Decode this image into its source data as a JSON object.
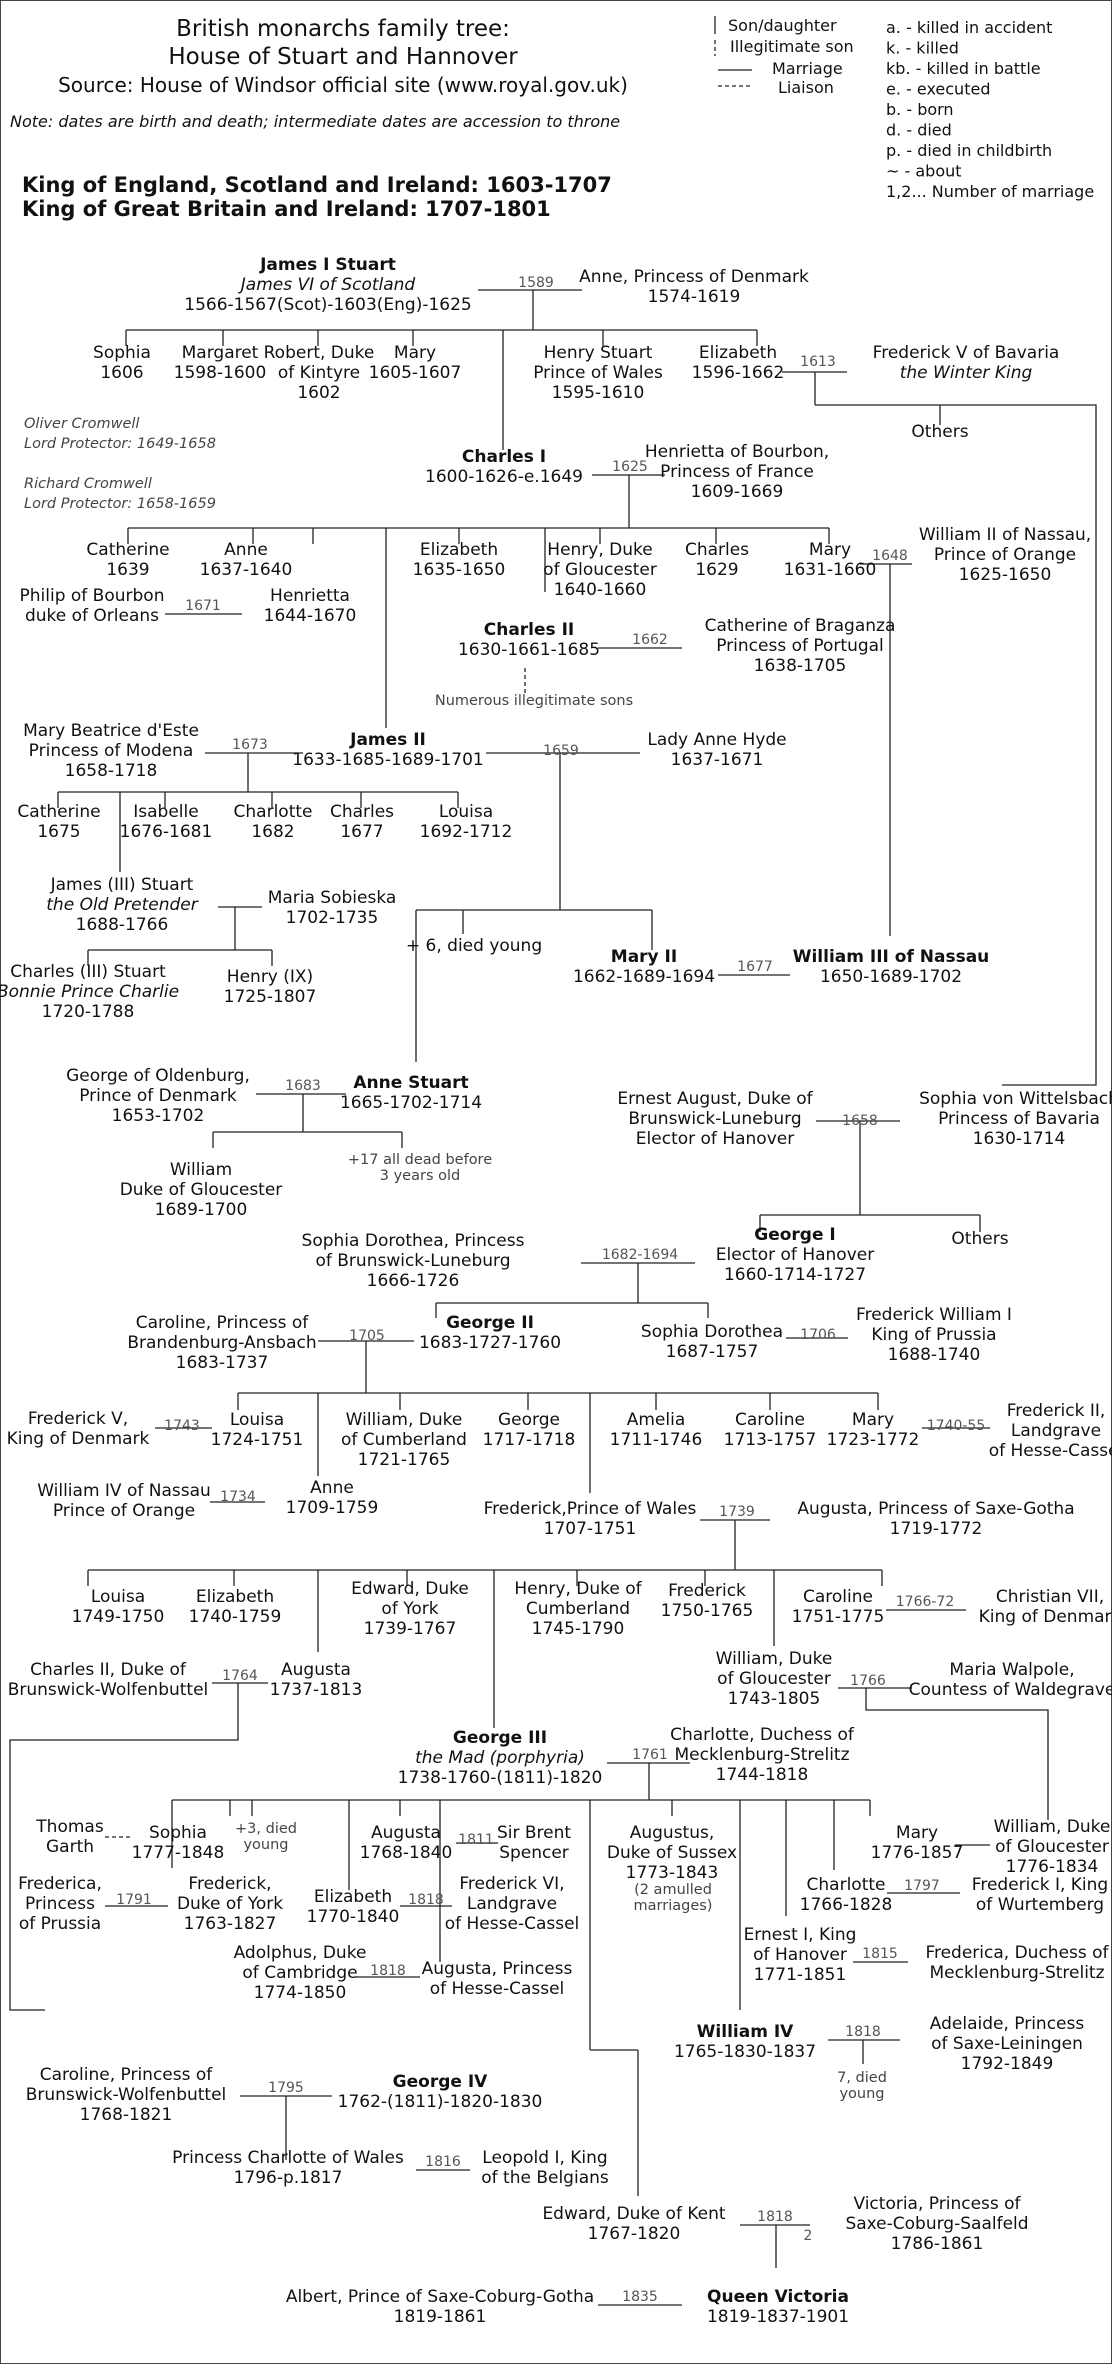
{
  "header": {
    "title_line1": "British monarchs family tree:",
    "title_line2": "House of Stuart and Hannover",
    "source": "Source: House of Windsor official site (www.royal.gov.uk)",
    "note": "Note: dates are birth and death; intermediate dates are accession to throne",
    "realm1": "King of England, Scotland and Ireland: 1603-1707",
    "realm2": "King of Great Britain and Ireland: 1707-1801"
  },
  "legend_lines": [
    {
      "label": "Son/daughter"
    },
    {
      "label": "Illegitimate son"
    },
    {
      "label": "Marriage"
    },
    {
      "label": "Liaison"
    }
  ],
  "legend_abbrev": [
    "a. - killed in accident",
    "k. - killed",
    "kb. - killed in battle",
    "e. - executed",
    "b. - born",
    "d. - died",
    "p. - died in childbirth",
    "~ - about",
    "1,2... Number of marriage"
  ],
  "nodes": [
    {
      "id": "james1",
      "bold": true,
      "lines": [
        "James I Stuart",
        "James VI of Scotland",
        "1566-1567(Scot)-1603(Eng)-1625"
      ],
      "italic": [
        1
      ]
    },
    {
      "id": "anne_denmark",
      "lines": [
        "Anne, Princess of Denmark",
        "1574-1619"
      ]
    },
    {
      "id": "sophia1606",
      "lines": [
        "Sophia",
        "1606"
      ]
    },
    {
      "id": "margaret1598",
      "lines": [
        "Margaret",
        "1598-1600"
      ]
    },
    {
      "id": "robert_kintyre",
      "lines": [
        "Robert, Duke",
        "of Kintyre",
        "1602"
      ]
    },
    {
      "id": "mary1605",
      "lines": [
        "Mary",
        "1605-1607"
      ]
    },
    {
      "id": "henry_stuart",
      "lines": [
        "Henry Stuart",
        "Prince of Wales",
        "1595-1610"
      ]
    },
    {
      "id": "elizabeth1596",
      "lines": [
        "Elizabeth",
        "1596-1662"
      ]
    },
    {
      "id": "frederick_bavaria",
      "lines": [
        "Frederick V of Bavaria",
        "the Winter King"
      ],
      "italic": [
        1
      ]
    },
    {
      "id": "others1",
      "lines": [
        "Others"
      ]
    },
    {
      "id": "cromwells",
      "lines": [
        "Oliver Cromwell",
        "Lord Protector: 1649-1658",
        "",
        "Richard Cromwell",
        "Lord Protector: 1658-1659"
      ],
      "italic": [
        0,
        1,
        3,
        4
      ]
    },
    {
      "id": "charles1",
      "bold": true,
      "lines": [
        "Charles I",
        "1600-1626-e.1649"
      ]
    },
    {
      "id": "henrietta_bourbon",
      "lines": [
        "Henrietta of Bourbon,",
        "Princess of France",
        "1609-1669"
      ]
    },
    {
      "id": "catherine1639",
      "lines": [
        "Catherine",
        "1639"
      ]
    },
    {
      "id": "anne1637",
      "lines": [
        "Anne",
        "1637-1640"
      ]
    },
    {
      "id": "elizabeth1635",
      "lines": [
        "Elizabeth",
        "1635-1650"
      ]
    },
    {
      "id": "henry_gloucester",
      "lines": [
        "Henry, Duke",
        "of Gloucester",
        "1640-1660"
      ]
    },
    {
      "id": "charles1629",
      "lines": [
        "Charles",
        "1629"
      ]
    },
    {
      "id": "mary1631",
      "lines": [
        "Mary",
        "1631-1660"
      ]
    },
    {
      "id": "william2_nassau",
      "lines": [
        "William II of Nassau,",
        "Prince of Orange",
        "1625-1650"
      ]
    },
    {
      "id": "philip_bourbon",
      "lines": [
        "Philip of Bourbon",
        "duke of Orleans"
      ]
    },
    {
      "id": "henrietta1644",
      "lines": [
        "Henrietta",
        "1644-1670"
      ]
    },
    {
      "id": "charles2",
      "bold": true,
      "lines": [
        "Charles II",
        "1630-1661-1685"
      ]
    },
    {
      "id": "catherine_braganza",
      "lines": [
        "Catherine of Braganza",
        "Princess of Portugal",
        "1638-1705"
      ]
    },
    {
      "id": "illegit",
      "small": true,
      "lines": [
        "Numerous illegitimate sons"
      ]
    },
    {
      "id": "mary_modena",
      "lines": [
        "Mary Beatrice d'Este",
        "Princess of Modena",
        "1658-1718"
      ]
    },
    {
      "id": "james2",
      "bold": true,
      "lines": [
        "James II",
        "1633-1685-1689-1701"
      ]
    },
    {
      "id": "anne_hyde",
      "lines": [
        "Lady Anne Hyde",
        "1637-1671"
      ]
    },
    {
      "id": "catherine1675",
      "lines": [
        "Catherine",
        "1675"
      ]
    },
    {
      "id": "isabelle",
      "lines": [
        "Isabelle",
        "1676-1681"
      ]
    },
    {
      "id": "charlotte1682",
      "lines": [
        "Charlotte",
        "1682"
      ]
    },
    {
      "id": "charles1677",
      "lines": [
        "Charles",
        "1677"
      ]
    },
    {
      "id": "louisa1692",
      "lines": [
        "Louisa",
        "1692-1712"
      ]
    },
    {
      "id": "james3",
      "lines": [
        "James (III) Stuart",
        "the Old Pretender",
        "1688-1766"
      ],
      "italic": [
        1
      ]
    },
    {
      "id": "maria_sobieska",
      "lines": [
        "Maria Sobieska",
        "1702-1735"
      ]
    },
    {
      "id": "charles3",
      "lines": [
        "Charles (III) Stuart",
        "Bonnie Prince Charlie",
        "1720-1788"
      ],
      "italic": [
        1
      ]
    },
    {
      "id": "henry9",
      "lines": [
        "Henry (IX)",
        "1725-1807"
      ]
    },
    {
      "id": "plus6",
      "lines": [
        "+ 6, died young"
      ]
    },
    {
      "id": "mary2",
      "bold": true,
      "lines": [
        "Mary II",
        "1662-1689-1694"
      ]
    },
    {
      "id": "william3",
      "bold": true,
      "lines": [
        "William III of Nassau",
        "1650-1689-1702"
      ]
    },
    {
      "id": "george_oldenburg",
      "lines": [
        "George of Oldenburg,",
        "Prince of Denmark",
        "1653-1702"
      ]
    },
    {
      "id": "anne_stuart",
      "bold": true,
      "lines": [
        "Anne Stuart",
        "1665-1702-1714"
      ]
    },
    {
      "id": "william_gloucester",
      "lines": [
        "William",
        "Duke of Gloucester",
        "1689-1700"
      ]
    },
    {
      "id": "plus17",
      "small": true,
      "lines": [
        "+17 all dead before",
        "3 years old"
      ]
    },
    {
      "id": "ernest_august",
      "lines": [
        "Ernest August, Duke of",
        "Brunswick-Luneburg",
        "Elector of Hanover"
      ]
    },
    {
      "id": "sophia_wittelsbach",
      "lines": [
        "Sophia von Wittelsbach",
        "Princess of Bavaria",
        "1630-1714"
      ]
    },
    {
      "id": "george1",
      "bold": true,
      "lines": [
        "George I",
        "Elector of Hanover",
        "1660-1714-1727"
      ]
    },
    {
      "id": "others2",
      "lines": [
        "Others"
      ]
    },
    {
      "id": "sophia_dorothea_bl",
      "lines": [
        "Sophia Dorothea, Princess",
        "of Brunswick-Luneburg",
        "1666-1726"
      ]
    },
    {
      "id": "caroline_ansbach",
      "lines": [
        "Caroline, Princess of",
        "Brandenburg-Ansbach",
        "1683-1737"
      ]
    },
    {
      "id": "george2",
      "bold": true,
      "lines": [
        "George II",
        "1683-1727-1760"
      ]
    },
    {
      "id": "sophia_dorothea1687",
      "lines": [
        "Sophia Dorothea",
        "1687-1757"
      ]
    },
    {
      "id": "fw1_prussia",
      "lines": [
        "Frederick William I",
        "King of Prussia",
        "1688-1740"
      ]
    },
    {
      "id": "frederick5_denmark",
      "lines": [
        "Frederick V,",
        "King of Denmark"
      ]
    },
    {
      "id": "louisa1724",
      "lines": [
        "Louisa",
        "1724-1751"
      ]
    },
    {
      "id": "william_cumberland",
      "lines": [
        "William, Duke",
        "of Cumberland",
        "1721-1765"
      ]
    },
    {
      "id": "george1717",
      "lines": [
        "George",
        "1717-1718"
      ]
    },
    {
      "id": "amelia",
      "lines": [
        "Amelia",
        "1711-1746"
      ]
    },
    {
      "id": "caroline1713",
      "lines": [
        "Caroline",
        "1713-1757"
      ]
    },
    {
      "id": "mary1723",
      "lines": [
        "Mary",
        "1723-1772"
      ]
    },
    {
      "id": "frederick2_hesse",
      "lines": [
        "Frederick II,",
        "Landgrave",
        "of Hesse-Cassel"
      ]
    },
    {
      "id": "william4_nassau",
      "lines": [
        "William IV of Nassau",
        "Prince of Orange"
      ]
    },
    {
      "id": "anne1709",
      "lines": [
        "Anne",
        "1709-1759"
      ]
    },
    {
      "id": "frederick_wales",
      "lines": [
        "Frederick,Prince of Wales",
        "1707-1751"
      ]
    },
    {
      "id": "augusta_saxe",
      "lines": [
        "Augusta, Princess of Saxe-Gotha",
        "1719-1772"
      ]
    },
    {
      "id": "louisa1749",
      "lines": [
        "Louisa",
        "1749-1750"
      ]
    },
    {
      "id": "elizabeth1740",
      "lines": [
        "Elizabeth",
        "1740-1759"
      ]
    },
    {
      "id": "edward_york",
      "lines": [
        "Edward, Duke",
        "of York",
        "1739-1767"
      ]
    },
    {
      "id": "henry_cumberland",
      "lines": [
        "Henry, Duke of",
        "Cumberland",
        "1745-1790"
      ]
    },
    {
      "id": "frederick1750",
      "lines": [
        "Frederick",
        "1750-1765"
      ]
    },
    {
      "id": "caroline1751",
      "lines": [
        "Caroline",
        "1751-1775"
      ]
    },
    {
      "id": "christian7",
      "lines": [
        "Christian VII,",
        "King of Denmark"
      ]
    },
    {
      "id": "charles2_brunswick",
      "lines": [
        "Charles II, Duke of",
        "Brunswick-Wolfenbuttel"
      ]
    },
    {
      "id": "augusta1737",
      "lines": [
        "Augusta",
        "1737-1813"
      ]
    },
    {
      "id": "william_gloucester2",
      "lines": [
        "William, Duke",
        "of Gloucester",
        "1743-1805"
      ]
    },
    {
      "id": "maria_walpole",
      "lines": [
        "Maria Walpole,",
        "Countess of Waldegrave"
      ]
    },
    {
      "id": "george3",
      "bold": true,
      "lines": [
        "George III",
        "the Mad (porphyria)",
        "1738-1760-(1811)-1820"
      ],
      "italic": [
        1
      ]
    },
    {
      "id": "charlotte_mecklenburg",
      "lines": [
        "Charlotte, Duchess of",
        "Mecklenburg-Strelitz",
        "1744-1818"
      ]
    },
    {
      "id": "thomas_garth",
      "lines": [
        "Thomas",
        "Garth"
      ]
    },
    {
      "id": "sophia1777",
      "lines": [
        "Sophia",
        "1777-1848"
      ]
    },
    {
      "id": "plus3",
      "small": true,
      "lines": [
        "+3, died",
        "young"
      ]
    },
    {
      "id": "augusta1768",
      "lines": [
        "Augusta",
        "1768-1840"
      ]
    },
    {
      "id": "brent_spencer",
      "lines": [
        "Sir Brent",
        "Spencer"
      ]
    },
    {
      "id": "augustus_sussex",
      "lines": [
        "Augustus,",
        "Duke of Sussex",
        "1773-1843"
      ]
    },
    {
      "id": "amulled",
      "small": true,
      "lines": [
        "(2 amulled",
        "marriages)"
      ]
    },
    {
      "id": "mary1776",
      "lines": [
        "Mary",
        "1776-1857"
      ]
    },
    {
      "id": "william_gloucester3",
      "lines": [
        "William, Duke",
        "of Gloucester",
        "1776-1834"
      ]
    },
    {
      "id": "frederica_prussia",
      "lines": [
        "Frederica,",
        "Princess",
        "of Prussia"
      ]
    },
    {
      "id": "frederick_york",
      "lines": [
        "Frederick,",
        "Duke of York",
        "1763-1827"
      ]
    },
    {
      "id": "elizabeth1770",
      "lines": [
        "Elizabeth",
        "1770-1840"
      ]
    },
    {
      "id": "frederick6_hesse",
      "lines": [
        "Frederick VI,",
        "Landgrave",
        "of Hesse-Cassel"
      ]
    },
    {
      "id": "charlotte1766",
      "lines": [
        "Charlotte",
        "1766-1828"
      ]
    },
    {
      "id": "frederick1_wurt",
      "lines": [
        "Frederick I, King",
        "of Wurtemberg"
      ]
    },
    {
      "id": "adolphus",
      "lines": [
        "Adolphus, Duke",
        "of Cambridge",
        "1774-1850"
      ]
    },
    {
      "id": "augusta_hesse",
      "lines": [
        "Augusta, Princess",
        "of Hesse-Cassel"
      ]
    },
    {
      "id": "ernest1",
      "lines": [
        "Ernest I, King",
        "of Hanover",
        "1771-1851"
      ]
    },
    {
      "id": "frederica_meck",
      "lines": [
        "Frederica, Duchess of",
        "Mecklenburg-Strelitz"
      ]
    },
    {
      "id": "william4",
      "bold": true,
      "lines": [
        "William IV",
        "1765-1830-1837"
      ]
    },
    {
      "id": "seven_died",
      "small": true,
      "lines": [
        "7, died",
        "young"
      ]
    },
    {
      "id": "adelaide",
      "lines": [
        "Adelaide, Princess",
        "of Saxe-Leiningen",
        "1792-1849"
      ]
    },
    {
      "id": "caroline_brunswick",
      "lines": [
        "Caroline, Princess of",
        "Brunswick-Wolfenbuttel",
        "1768-1821"
      ]
    },
    {
      "id": "george4",
      "bold": true,
      "lines": [
        "George IV",
        "1762-(1811)-1820-1830"
      ]
    },
    {
      "id": "charlotte_wales",
      "lines": [
        "Princess Charlotte  of Wales",
        "1796-p.1817"
      ]
    },
    {
      "id": "leopold1",
      "lines": [
        "Leopold I, King",
        "of the Belgians"
      ]
    },
    {
      "id": "edward_kent",
      "lines": [
        "Edward, Duke of Kent",
        "1767-1820"
      ]
    },
    {
      "id": "victoria_saxe",
      "lines": [
        "Victoria, Princess of",
        "Saxe-Coburg-Saalfeld",
        "1786-1861"
      ]
    },
    {
      "id": "albert",
      "lines": [
        "Albert, Prince of Saxe-Coburg-Gotha",
        "1819-1861"
      ]
    },
    {
      "id": "queen_victoria",
      "bold": true,
      "lines": [
        "Queen Victoria",
        "1819-1837-1901"
      ]
    }
  ],
  "marriage_years": [
    {
      "id": "m1589",
      "text": "1589"
    },
    {
      "id": "m1613",
      "text": "1613"
    },
    {
      "id": "m1625",
      "text": "1625"
    },
    {
      "id": "m1648",
      "text": "1648"
    },
    {
      "id": "m1671",
      "text": "1671"
    },
    {
      "id": "m1662",
      "text": "1662"
    },
    {
      "id": "m1673",
      "text": "1673"
    },
    {
      "id": "m1659",
      "text": "1659"
    },
    {
      "id": "m1677",
      "text": "1677"
    },
    {
      "id": "m1683",
      "text": "1683"
    },
    {
      "id": "m1658",
      "text": "1658"
    },
    {
      "id": "m1682",
      "text": "1682-1694"
    },
    {
      "id": "m1705",
      "text": "1705"
    },
    {
      "id": "m1706",
      "text": "1706"
    },
    {
      "id": "m1743",
      "text": "1743"
    },
    {
      "id": "m1740",
      "text": "1740-55"
    },
    {
      "id": "m1734",
      "text": "1734"
    },
    {
      "id": "m1739",
      "text": "1739"
    },
    {
      "id": "m1766a",
      "text": "1766-72"
    },
    {
      "id": "m1764",
      "text": "1764"
    },
    {
      "id": "m1766b",
      "text": "1766"
    },
    {
      "id": "m1761",
      "text": "1761"
    },
    {
      "id": "m1811",
      "text": "1811"
    },
    {
      "id": "m1791",
      "text": "1791"
    },
    {
      "id": "m1818a",
      "text": "1818"
    },
    {
      "id": "m1797",
      "text": "1797"
    },
    {
      "id": "m1818b",
      "text": "1818"
    },
    {
      "id": "m1815",
      "text": "1815"
    },
    {
      "id": "m1818c",
      "text": "1818"
    },
    {
      "id": "m1795",
      "text": "1795"
    },
    {
      "id": "m1816",
      "text": "1816"
    },
    {
      "id": "m1818d",
      "text": "1818"
    },
    {
      "id": "m1818d_no",
      "text": "2"
    },
    {
      "id": "m1835",
      "text": "1835"
    }
  ]
}
